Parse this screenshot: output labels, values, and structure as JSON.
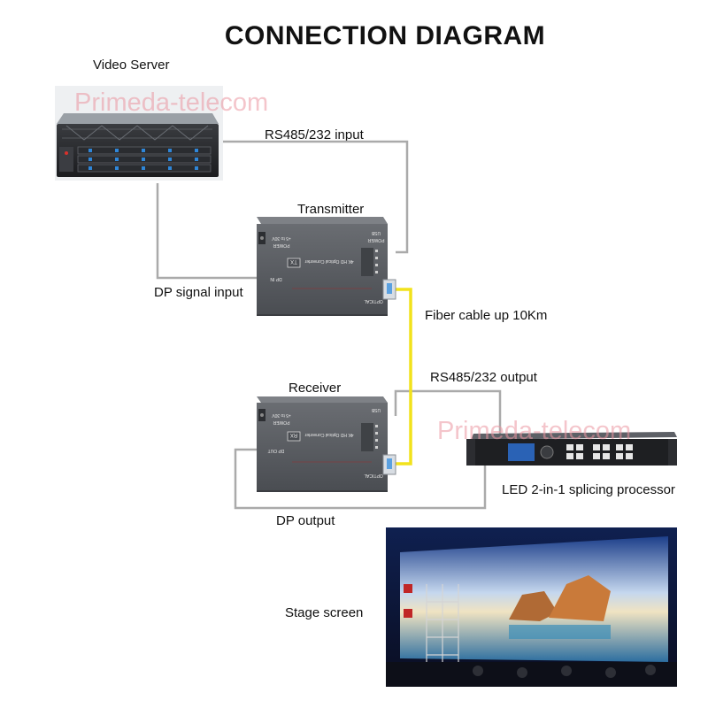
{
  "title": "CONNECTION DIAGRAM",
  "watermark": "Primeda-telecom",
  "labels": {
    "video_server": "Video Server",
    "rs485_input": "RS485/232 input",
    "transmitter": "Transmitter",
    "dp_signal_input": "DP signal input",
    "fiber_cable": "Fiber cable up 10Km",
    "rs485_output": "RS485/232 output",
    "receiver": "Receiver",
    "led_processor": "LED 2-in-1 splicing processor",
    "dp_output": "DP output",
    "stage_screen": "Stage screen"
  },
  "device_text": {
    "converter_title": "4K HD Optical Converter",
    "tx_badge": "TX",
    "rx_badge": "RX",
    "power": "POWER",
    "voltage": "+5 to 30V",
    "usb": "USB",
    "optical": "OPTICAL",
    "dp_in": "DP IN",
    "dp_out": "DP OUT"
  },
  "colors": {
    "cable": "#aaaaaa",
    "fiber": "#f2e21b",
    "device_body": "#5a5d62",
    "watermark": "#eb96a0"
  }
}
